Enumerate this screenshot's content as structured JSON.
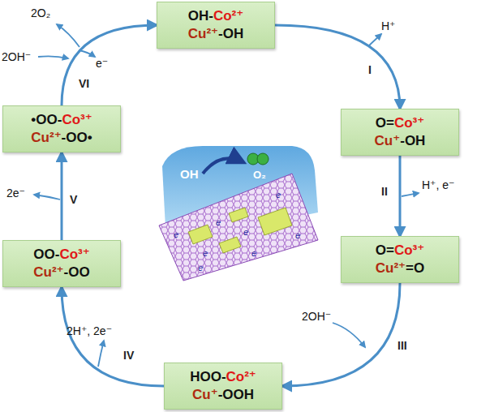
{
  "diagram": {
    "nodes": [
      {
        "text": [
          "OH-Co²⁺",
          "Cu²⁺-OH"
        ]
      },
      {
        "text": [
          "O=Co³⁺",
          "Cu⁺-OH"
        ]
      },
      {
        "text": [
          "O=Co³⁺",
          "Cu²⁺=O"
        ]
      },
      {
        "text": [
          "HOO-Co²⁺",
          "Cu⁺-OOH"
        ]
      },
      {
        "text": [
          "OO-Co³⁺",
          "Cu²⁺-OO"
        ]
      },
      {
        "text": [
          "•OO-Co³⁺",
          "Cu²⁺-OO•"
        ]
      }
    ],
    "edges": [
      {
        "from": 0,
        "to": 1,
        "arrow": "to",
        "label": "I"
      },
      {
        "from": 1,
        "to": 2,
        "arrow": "to",
        "label": "II"
      },
      {
        "from": 2,
        "to": 3,
        "arrow": "to",
        "label": "III"
      },
      {
        "from": 3,
        "to": 4,
        "arrow": "to",
        "label": "IV"
      },
      {
        "from": 4,
        "to": 5,
        "arrow": "to",
        "label": "V"
      },
      {
        "from": 5,
        "to": 0,
        "arrow": "to",
        "label": "VI"
      }
    ],
    "labels": [
      "H⁺",
      "H⁺, e⁻",
      "2OH⁻",
      "2H⁺, 2e⁻",
      "2e⁻",
      "2O₂",
      "2OH⁻",
      "e⁻",
      "OH",
      "O₂",
      "e",
      "e",
      "e",
      "e",
      "e",
      "e",
      "e",
      "e"
    ]
  }
}
